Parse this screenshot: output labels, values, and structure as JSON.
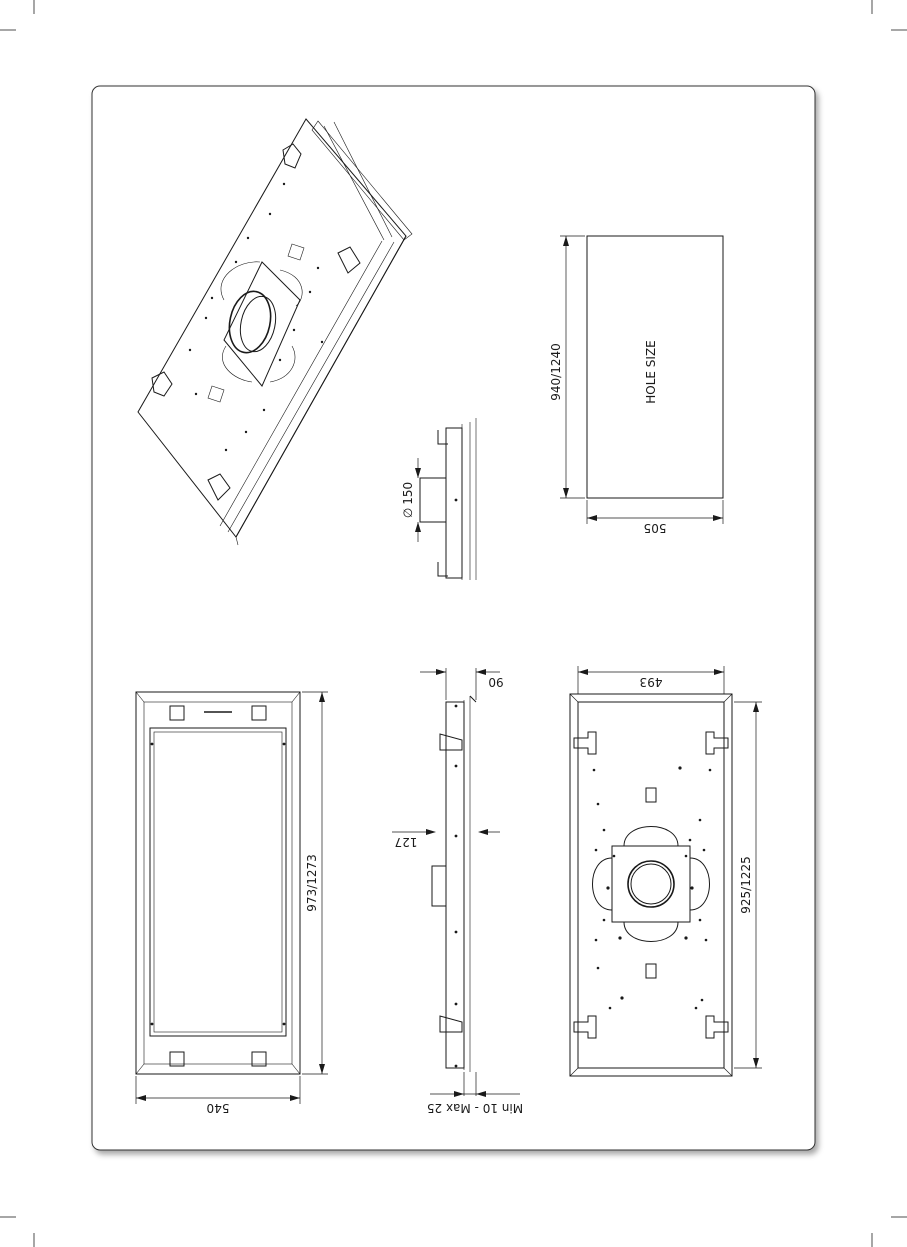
{
  "labels": {
    "hole_size": "HOLE SIZE",
    "hole_height": "940/1240",
    "hole_width": "505",
    "duct_diameter": "150",
    "diameter_symbol": "∅",
    "depth_top": "90",
    "offset": "127",
    "adjust_range": "Min 10 - Max 25",
    "frame_height": "973/1273",
    "frame_width": "540",
    "plate_width": "493",
    "plate_height": "925/1225"
  }
}
